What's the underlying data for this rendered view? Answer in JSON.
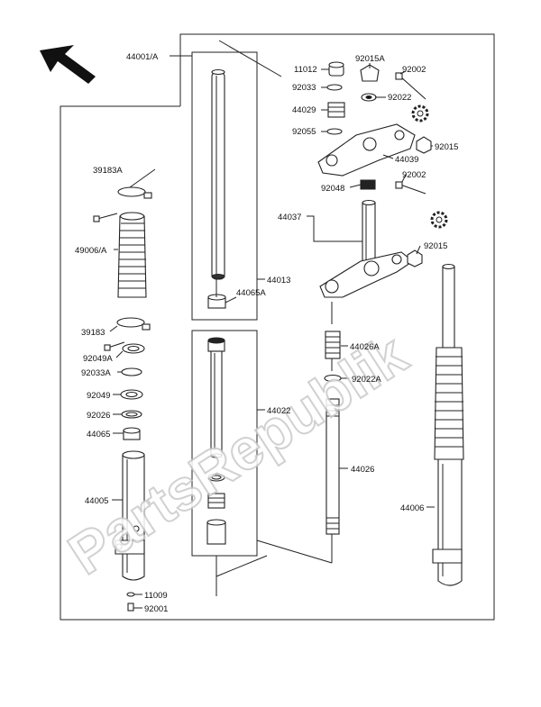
{
  "watermark": "PartsRepublik",
  "colors": {
    "ink": "#222222",
    "paper": "#ffffff",
    "watermark": "#c9c9c9"
  },
  "labels": {
    "l44001A": "44001/A",
    "l11012": "11012",
    "l92015A": "92015A",
    "l92002a": "92002",
    "l92033": "92033",
    "l92022": "92022",
    "l44029": "44029",
    "l92055": "92055",
    "l44039": "44039",
    "l92015a": "92015",
    "l92002b": "92002",
    "l92048": "92048",
    "l44037": "44037",
    "l92015b": "92015",
    "l39183A": "39183A",
    "l49006A": "49006/A",
    "l44065A": "44065A",
    "l44013": "44013",
    "l44026A": "44026A",
    "l39183": "39183",
    "l92049A": "92049A",
    "l92033A": "92033A",
    "l92022A": "92022A",
    "l92049": "92049",
    "l92026": "92026",
    "l44022": "44022",
    "l44065": "44065",
    "l44026": "44026",
    "l44005": "44005",
    "l44006": "44006",
    "l11009": "11009",
    "l92001": "92001"
  }
}
